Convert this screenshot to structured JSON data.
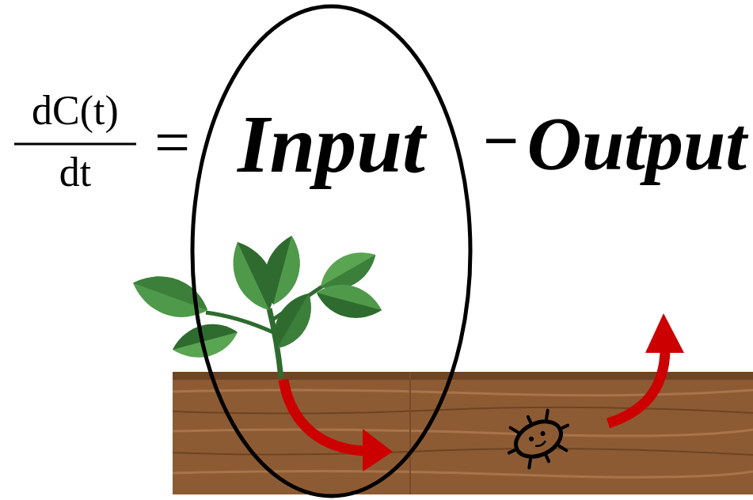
{
  "diagram": {
    "nodes": [
      {
        "text": [
          "Input"
        ]
      }
    ],
    "labels": [
      "dC(t)",
      "dt",
      "=",
      "−",
      "Output"
    ]
  }
}
